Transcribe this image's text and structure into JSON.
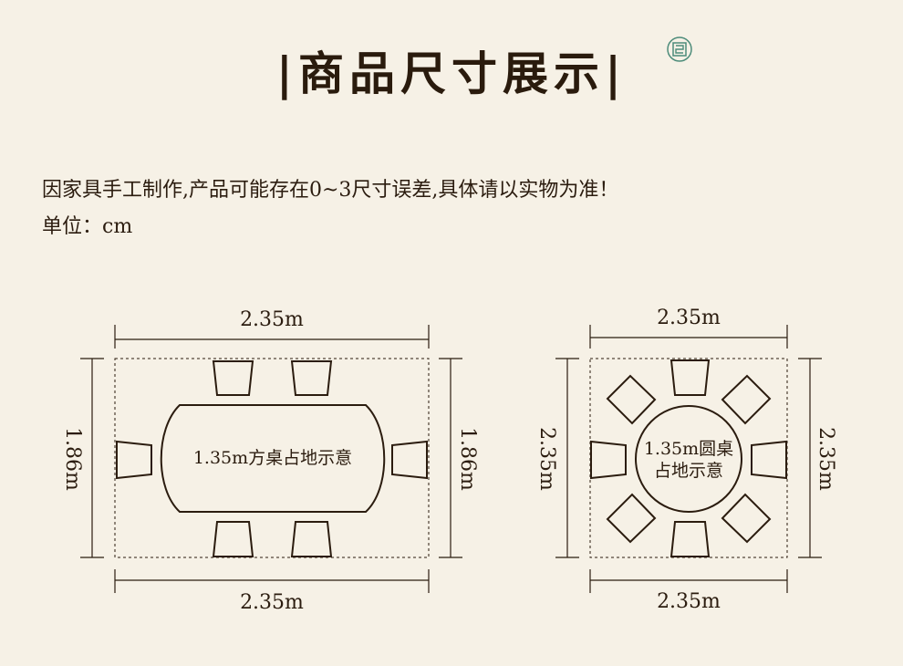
{
  "title": "|商品尺寸展示|",
  "note": "因家具手工制作,产品可能存在0~3尺寸误差,具体请以实物为准！",
  "unit": "单位：cm",
  "rect_table": {
    "top_width": "2.35m",
    "bottom_width": "2.35m",
    "left_height": "1.86m",
    "right_height": "1.86m",
    "label": "1.35m方桌占地示意"
  },
  "round_table": {
    "top_width": "2.35m",
    "bottom_width": "2.35m",
    "left_height": "2.35m",
    "right_height": "2.35m",
    "label_line1": "1.35m圆桌",
    "label_line2": "占地示意"
  },
  "colors": {
    "background": "#f6f1e6",
    "ink": "#2b1c0f",
    "seal": "#4d8c7a"
  },
  "icons": {
    "seal": "seal-icon"
  }
}
